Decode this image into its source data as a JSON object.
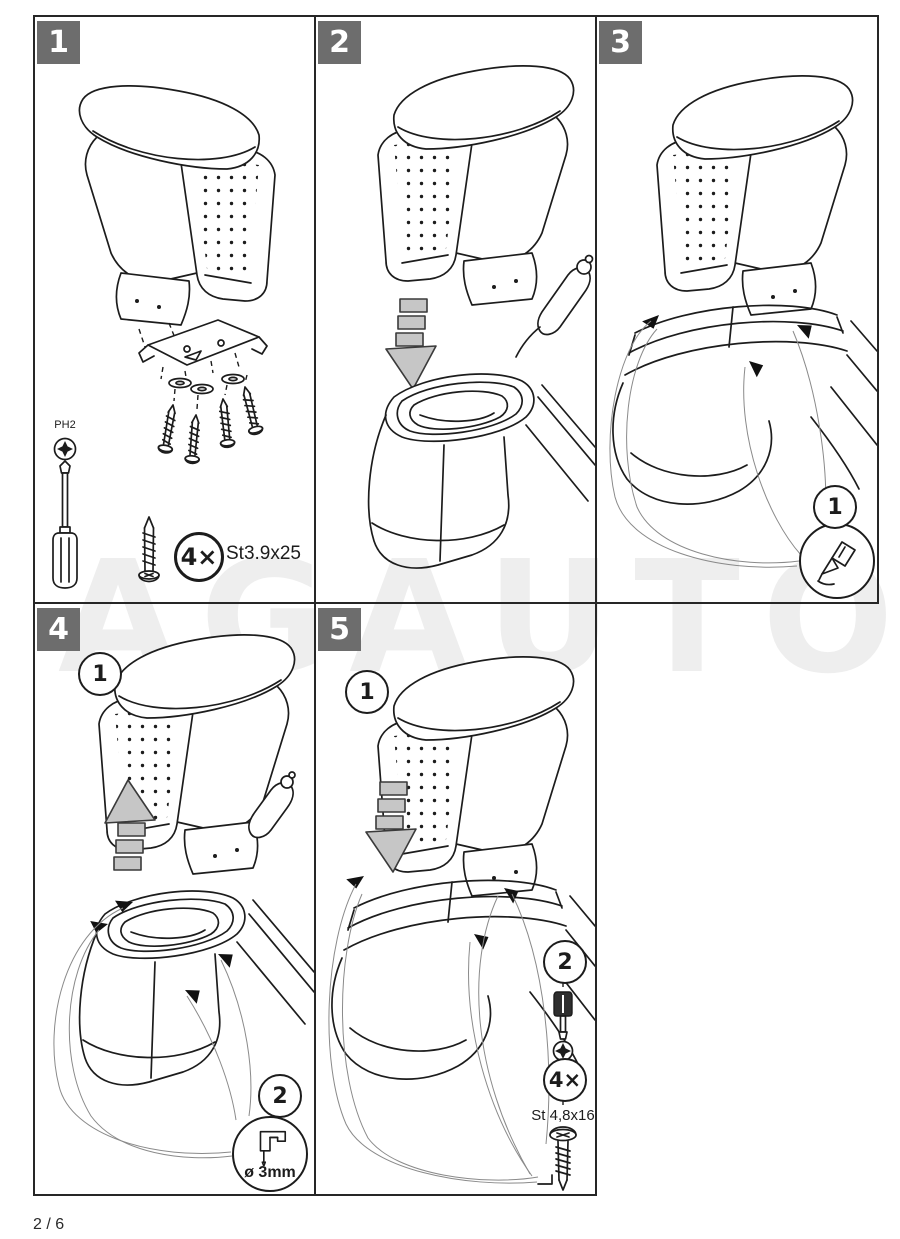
{
  "document": {
    "watermark": "AGAUTO",
    "footer_page": "2 / 6"
  },
  "colors": {
    "badge_bg": "#6d6d6d",
    "line": "#1c1c1c",
    "arrow_fill": "#c6c6c6",
    "leader_line": "#8a8a8a",
    "watermark": "#eeeeee"
  },
  "panels": [
    {
      "badge": "1",
      "labels": {
        "screwdriver": "PH2",
        "count": "4×",
        "screw_size": "St3.9x25"
      }
    },
    {
      "badge": "2"
    },
    {
      "badge": "3",
      "steps": {
        "s1": "1"
      }
    },
    {
      "badge": "4",
      "steps": {
        "s1": "1",
        "s2": "2"
      },
      "labels": {
        "drill_diameter": "ø 3mm"
      }
    },
    {
      "badge": "5",
      "steps": {
        "s1": "1",
        "s2": "2"
      },
      "labels": {
        "count": "4×",
        "screw_size": "St 4,8x16"
      }
    }
  ]
}
